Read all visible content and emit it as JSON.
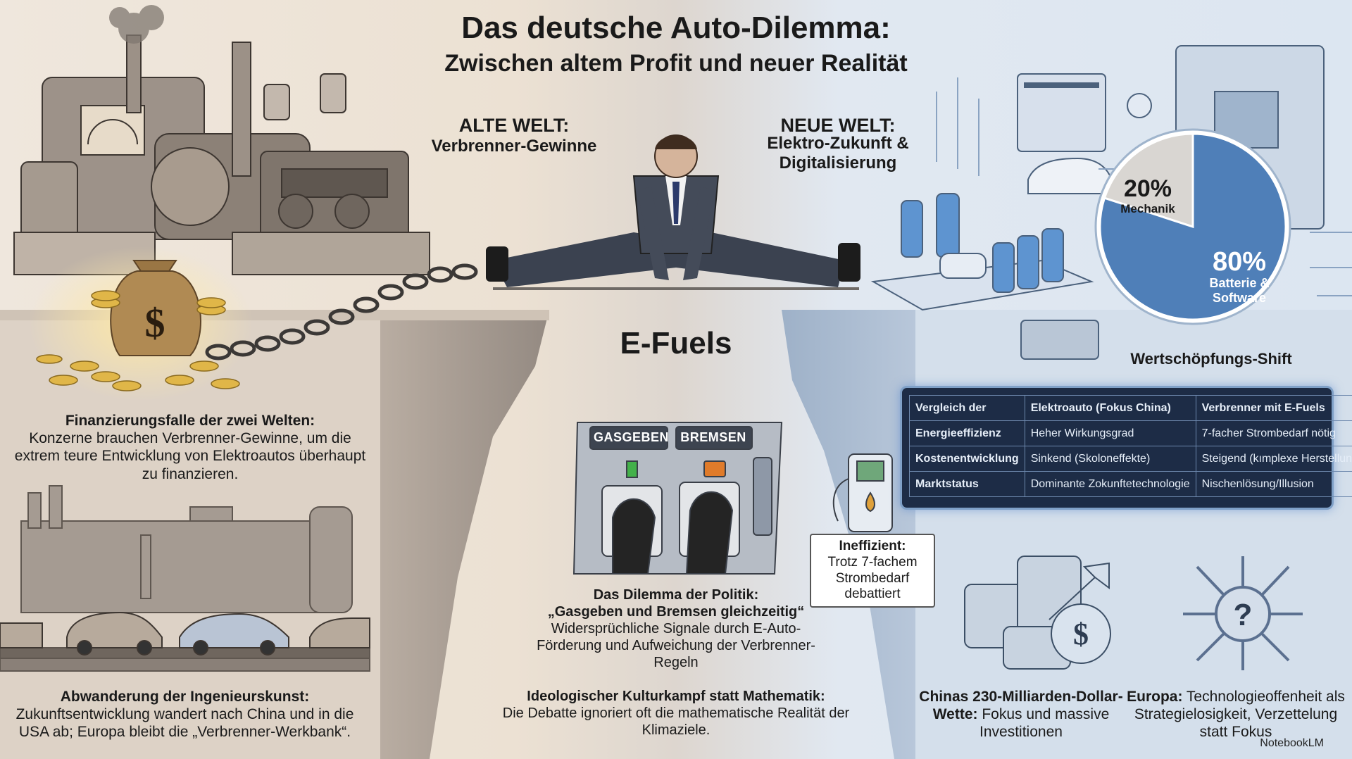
{
  "title": {
    "main": "Das deutsche Auto-Dilemma:",
    "sub": "Zwischen altem Profit und neuer Realität"
  },
  "old_world": {
    "heading": "ALTE WELT:",
    "sub": "Verbrenner-Gewinne"
  },
  "new_world": {
    "heading": "NEUE WELT:",
    "sub": "Elektro-Zukunft & Digitalisierung"
  },
  "efuels_label": "E-Fuels",
  "financing": {
    "heading": "Finanzierungsfalle der zwei Welten:",
    "body": "Konzerne brauchen Verbrenner-Gewinne, um die extrem teure Entwicklung von Elektroautos überhaupt zu finanzieren."
  },
  "engineering": {
    "heading": "Abwanderung der Ingenieurskunst:",
    "body": "Zukunftsentwicklung wandert nach China und in die USA ab; Europa bleibt die „Verbrenner-Werkbank“."
  },
  "politics": {
    "heading": "Das Dilemma der Politik:",
    "heading2": "„Gasgeben und Bremsen gleichzeitig“",
    "body": "Widersprüchliche Signale durch E-Auto-Förderung und Aufweichung der Verbrenner-Regeln",
    "pedal_gas": "GASGEBEN",
    "pedal_brake": "BREMSEN"
  },
  "ideology": {
    "heading": "Ideologischer Kulturkampf statt Mathematik:",
    "body": "Die Debatte ignoriert oft die mathematische Realität der Klimaziele."
  },
  "inefficient": {
    "heading": "Ineffizient:",
    "body": "Trotz 7-fachem Strombedarf debattiert"
  },
  "china": {
    "heading": "Chinas 230-Milliarden-Dollar-Wette:",
    "body": "Fokus und massive Investitionen"
  },
  "europe": {
    "heading": "Europa:",
    "body": "Technologieoffenheit als Strategielosigkeit, Verzettelung statt Fokus"
  },
  "value_shift": {
    "label": "Wertschöpfungs-Shift",
    "segments": [
      {
        "value": "20%",
        "label": "Mechanik",
        "fraction": 0.2,
        "color": "#d9d6d2"
      },
      {
        "value": "80%",
        "label": "Batterie & Software",
        "fraction": 0.8,
        "color": "#4f7fb8"
      }
    ]
  },
  "comparison": {
    "headers": [
      "Vergleich der",
      "Elektroauto (Fokus China)",
      "Verbrenner mit E-Fuels"
    ],
    "rows": [
      [
        "Energieeffizienz",
        "Heher Wirkungsgrad",
        "7-facher Strombedarf nötig"
      ],
      [
        "Kostenentwicklung",
        "Sinkend (Skoloneffekte)",
        "Steigend (kımplexe Herstellung)"
      ],
      [
        "Marktstatus",
        "Dominante Zokunftetechnologie",
        "Nischenlösung/Illusion"
      ]
    ]
  },
  "brand": "NotebookLM",
  "colors": {
    "left_bg": "#ece1d3",
    "right_bg": "#dce6f1",
    "table_bg": "#1d2c46",
    "accent_blue": "#4f7fb8",
    "gold": "#e0b648"
  }
}
